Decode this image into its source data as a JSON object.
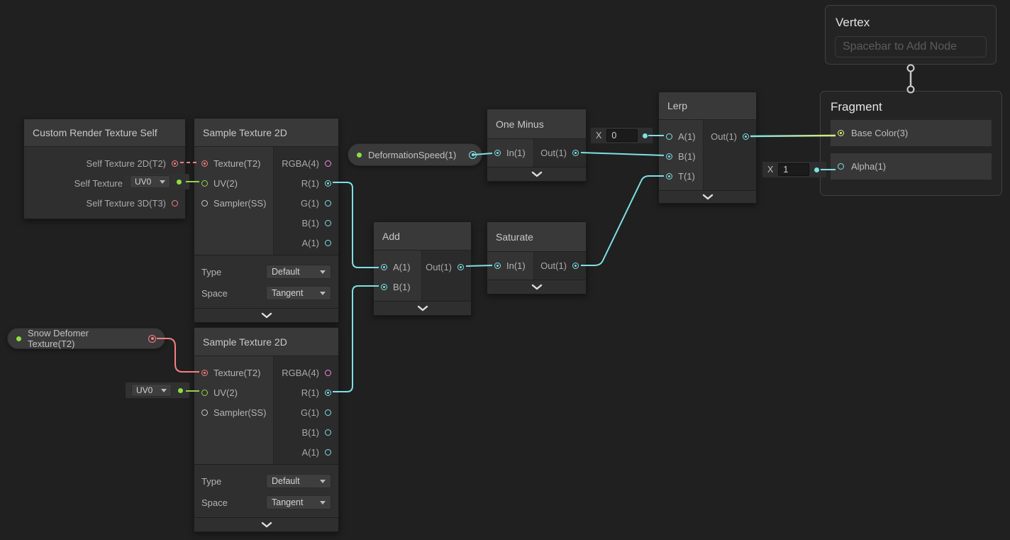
{
  "colors": {
    "wire_cyan": "#7FE0E3",
    "wire_green": "#96D14C",
    "wire_red": "#F77F7F",
    "port_pink": "#F08CE0",
    "port_yellow_green": "#E9F077",
    "canvas_bg": "#202021"
  },
  "context": {
    "vertex": {
      "title": "Vertex",
      "placeholder": "Spacebar to Add Node"
    },
    "fragment": {
      "title": "Fragment",
      "base_color": "Base Color(3)",
      "alpha": "Alpha(1)",
      "alpha_default": {
        "label": "X",
        "value": "1"
      }
    }
  },
  "nodes": {
    "custom_render_texture_self": {
      "title": "Custom Render Texture Self",
      "outputs": [
        {
          "label": "Self Texture 2D(T2)"
        },
        {
          "label": "Self Texture"
        },
        {
          "label": "Self Texture 3D(T3)"
        }
      ]
    },
    "sample_texture_top": {
      "title": "Sample Texture 2D",
      "inputs": [
        {
          "label": "Texture(T2)"
        },
        {
          "label": "UV(2)"
        },
        {
          "label": "Sampler(SS)"
        }
      ],
      "outputs": [
        {
          "label": "RGBA(4)"
        },
        {
          "label": "R(1)"
        },
        {
          "label": "G(1)"
        },
        {
          "label": "B(1)"
        },
        {
          "label": "A(1)"
        }
      ],
      "controls": [
        {
          "label": "Type",
          "value": "Default"
        },
        {
          "label": "Space",
          "value": "Tangent"
        }
      ]
    },
    "sample_texture_bottom": {
      "title": "Sample Texture 2D",
      "inputs": [
        {
          "label": "Texture(T2)"
        },
        {
          "label": "UV(2)"
        },
        {
          "label": "Sampler(SS)"
        }
      ],
      "outputs": [
        {
          "label": "RGBA(4)"
        },
        {
          "label": "R(1)"
        },
        {
          "label": "G(1)"
        },
        {
          "label": "B(1)"
        },
        {
          "label": "A(1)"
        }
      ],
      "controls": [
        {
          "label": "Type",
          "value": "Default"
        },
        {
          "label": "Space",
          "value": "Tangent"
        }
      ]
    },
    "one_minus": {
      "title": "One Minus",
      "input": "In(1)",
      "output": "Out(1)"
    },
    "add": {
      "title": "Add",
      "input_a": "A(1)",
      "input_b": "B(1)",
      "output": "Out(1)"
    },
    "saturate": {
      "title": "Saturate",
      "input": "In(1)",
      "output": "Out(1)"
    },
    "lerp": {
      "title": "Lerp",
      "input_a": "A(1)",
      "input_b": "B(1)",
      "input_t": "T(1)",
      "output": "Out(1)",
      "a_default": {
        "label": "X",
        "value": "0"
      }
    }
  },
  "properties": {
    "deformation_speed": {
      "label": "DeformationSpeed(1)"
    },
    "snow_deformer": {
      "label": "Snow Defomer Texture(T2)"
    }
  },
  "uv_widgets": {
    "top": {
      "value": "UV0"
    },
    "bottom": {
      "value": "UV0"
    }
  }
}
